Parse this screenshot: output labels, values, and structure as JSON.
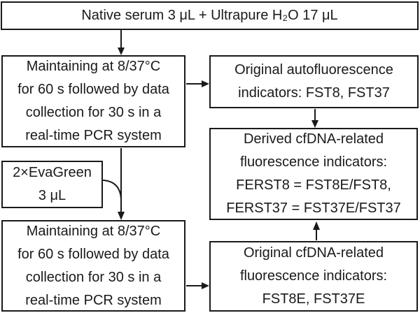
{
  "figure": {
    "background_color": "#ffffff",
    "line_color": "#1a1a1a",
    "text_color": "#1a1a1a"
  },
  "nodes": {
    "native_serum": {
      "lines": [
        "Native serum 3 μL + Ultrapure H₂O 17 μL"
      ]
    },
    "incubation_1": {
      "lines": [
        "Maintaining at 8/37°C",
        "for 60 s followed by data",
        "collection for 30 s in a",
        "real-time PCR system"
      ]
    },
    "autofluorescence_indicators": {
      "lines": [
        "Original autofluorescence",
        "indicators: FST8, FST37"
      ]
    },
    "derived_indicators": {
      "lines": [
        "Derived cfDNA-related",
        "fluorescence indicators:",
        "FERST8 = FST8E/FST8,",
        "FERST37 = FST37E/FST37"
      ]
    },
    "evagreen": {
      "lines": [
        "2×EvaGreen",
        "3 μL"
      ]
    },
    "incubation_2": {
      "lines": [
        "Maintaining at 8/37°C",
        "for 60 s followed by data",
        "collection for 30 s in a",
        "real-time PCR system"
      ]
    },
    "cfdna_indicators": {
      "lines": [
        "Original cfDNA-related",
        "fluorescence indicators:",
        "FST8E, FST37E"
      ]
    }
  },
  "edges": [
    {
      "from": "native_serum",
      "to": "incubation_1",
      "type": "arrow"
    },
    {
      "from": "incubation_1",
      "to": "autofluorescence_indicators",
      "type": "arrow"
    },
    {
      "from": "autofluorescence_indicators",
      "to": "derived_indicators",
      "type": "arrow"
    },
    {
      "from": "incubation_1",
      "to": "incubation_2",
      "type": "arrow"
    },
    {
      "from": "evagreen",
      "to": "incubation_2",
      "type": "curved-connector"
    },
    {
      "from": "incubation_2",
      "to": "cfdna_indicators",
      "type": "arrow"
    },
    {
      "from": "cfdna_indicators",
      "to": "derived_indicators",
      "type": "arrow"
    }
  ]
}
